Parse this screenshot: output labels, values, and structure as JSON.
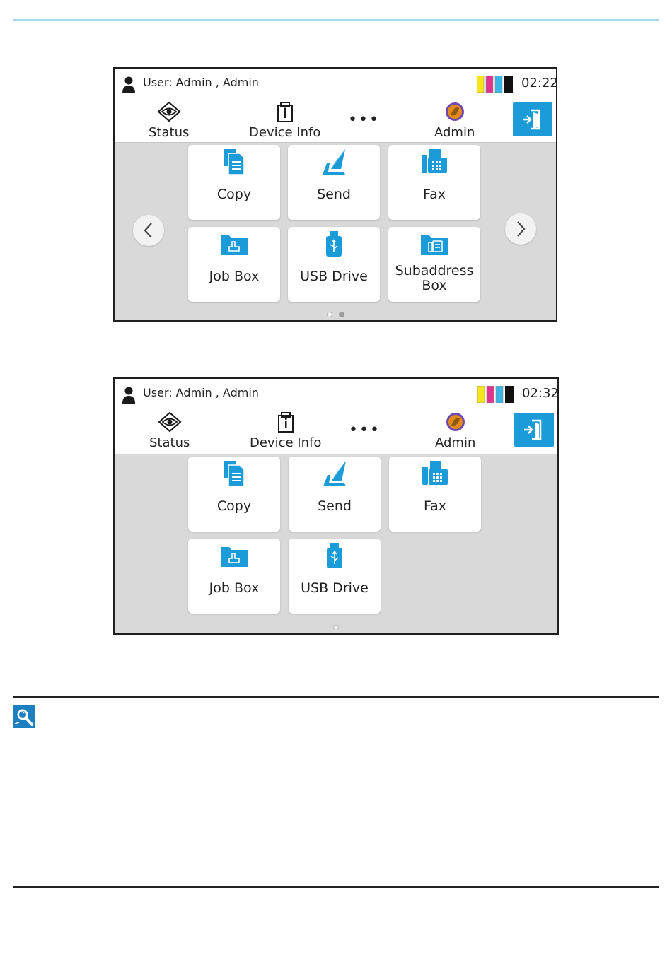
{
  "colors": {
    "accent": "#1b9bd8",
    "tile_icon": "#1b9bd8",
    "toner": [
      "#f7e51a",
      "#e0348f",
      "#3ab5e6",
      "#111111"
    ]
  },
  "screens": [
    {
      "user_text": "User: Admin , Admin",
      "time": "02:22",
      "nav": {
        "status": "Status",
        "device_info": "Device Info",
        "more": "•••",
        "admin": "Admin"
      },
      "tiles": [
        {
          "label": "Copy",
          "icon": "copy-icon"
        },
        {
          "label": "Send",
          "icon": "send-icon"
        },
        {
          "label": "Fax",
          "icon": "fax-icon"
        },
        {
          "label": "Job Box",
          "icon": "job-box-icon"
        },
        {
          "label": "USB Drive",
          "icon": "usb-drive-icon"
        },
        {
          "label_line1": "Subaddress",
          "label_line2": "Box",
          "icon": "subaddress-box-icon"
        }
      ],
      "page_dots": 2,
      "active_page": 2
    },
    {
      "user_text": "User: Admin , Admin",
      "time": "02:32",
      "nav": {
        "status": "Status",
        "device_info": "Device Info",
        "more": "•••",
        "admin": "Admin"
      },
      "tiles": [
        {
          "label": "Copy",
          "icon": "copy-icon"
        },
        {
          "label": "Send",
          "icon": "send-icon"
        },
        {
          "label": "Fax",
          "icon": "fax-icon"
        },
        {
          "label": "Job Box",
          "icon": "job-box-icon"
        },
        {
          "label": "USB Drive",
          "icon": "usb-drive-icon"
        }
      ],
      "page_dots": 1,
      "active_page": 1
    }
  ]
}
